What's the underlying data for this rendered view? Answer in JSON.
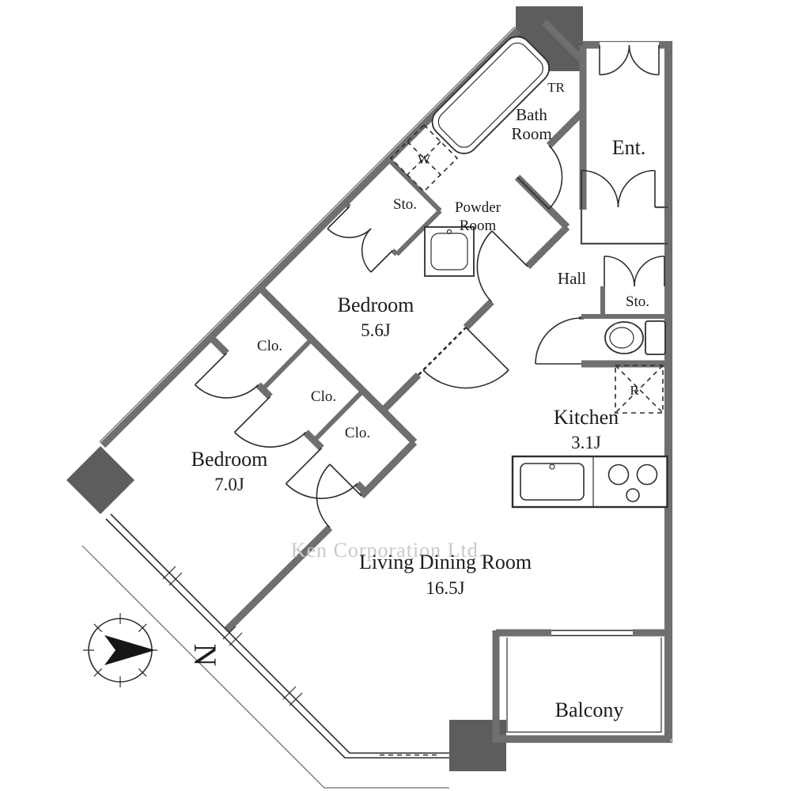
{
  "watermark": {
    "text": "Ken Corporation Ltd."
  },
  "compass": {
    "north_label": "N"
  },
  "fixtures": {
    "washer": "W",
    "refrigerator": "R"
  },
  "rooms": {
    "tr": {
      "label": "TR"
    },
    "bath": {
      "line1": "Bath",
      "line2": "Room"
    },
    "entrance": {
      "label": "Ent."
    },
    "storage_bedroom": {
      "label": "Sto."
    },
    "powder": {
      "line1": "Powder",
      "line2": "Room"
    },
    "hall": {
      "label": "Hall"
    },
    "storage_hall": {
      "label": "Sto."
    },
    "bedroom1": {
      "name": "Bedroom",
      "size": "5.6J"
    },
    "closet1": {
      "label": "Clo."
    },
    "closet2": {
      "label": "Clo."
    },
    "closet3": {
      "label": "Clo."
    },
    "bedroom2": {
      "name": "Bedroom",
      "size": "7.0J"
    },
    "kitchen": {
      "name": "Kitchen",
      "size": "3.1J"
    },
    "living": {
      "name": "Living Dining Room",
      "size": "16.5J"
    },
    "balcony": {
      "label": "Balcony"
    }
  },
  "colors": {
    "wall": "#6f6f6f",
    "structure_block": "#5d5d5d",
    "line": "#2e2e2e",
    "watermark": "#c9c9c9",
    "background": "#ffffff"
  }
}
